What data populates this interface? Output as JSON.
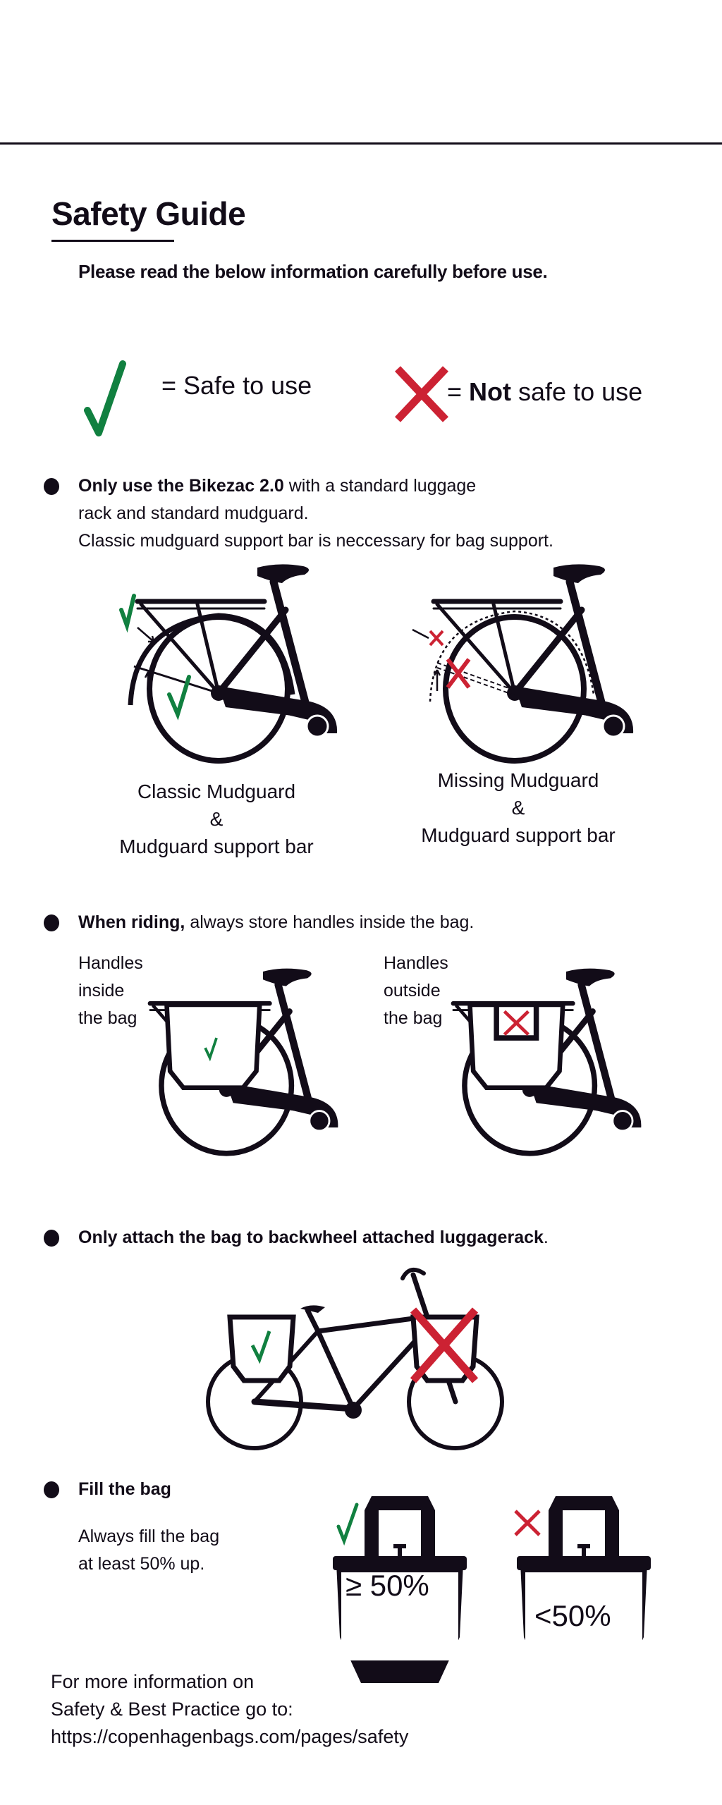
{
  "title": "Safety Guide",
  "subtitle": "Please read the below information carefully before use.",
  "legend": {
    "safe_label": "= Safe to use",
    "not_prefix": "= ",
    "not_bold": "Not",
    "not_suffix": " safe to use"
  },
  "sections": [
    {
      "bold": "Only use the Bikezac 2.0",
      "text": " with a standard  luggage",
      "lines": [
        "rack and standard mudguard.",
        "Classic mudguard support bar is neccessary for bag support."
      ],
      "captions": [
        [
          "Classic Mudguard",
          "&",
          "Mudguard support bar"
        ],
        [
          "Missing Mudguard",
          "&",
          "Mudguard support bar"
        ]
      ]
    },
    {
      "bold": "When riding,",
      "text": " always store handles inside the bag.",
      "labels": [
        [
          "Handles",
          "inside",
          "the bag"
        ],
        [
          "Handles",
          "outside",
          "the bag"
        ]
      ]
    },
    {
      "bold": "Only attach the bag to backwheel attached luggagerack",
      "text": "."
    },
    {
      "bold": "Fill the bag",
      "lines": [
        "Always fill the bag",
        "at least 50% up."
      ],
      "bag_labels": [
        "≥ 50%",
        "<50%"
      ],
      "fill_levels": [
        0.5,
        0.3
      ]
    }
  ],
  "footer": [
    "For more information on",
    "Safety & Best Practice go to:",
    "https://copenhagenbags.com/pages/safety"
  ],
  "colors": {
    "safe": "#118040",
    "unsafe": "#cc2233",
    "ink": "#120c18"
  }
}
